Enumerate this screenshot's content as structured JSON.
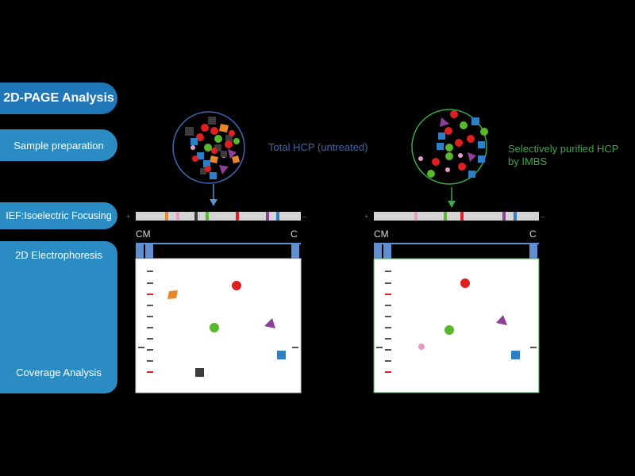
{
  "stages": {
    "title": "2D-PAGE Analysis",
    "sample_prep": "Sample preparation",
    "ief": "IEF:Isoelectric Focusing",
    "electrophoresis": "2D Electrophoresis",
    "coverage": "Coverage Analysis"
  },
  "samples": [
    {
      "caption_lines": [
        "Total HCP (untreated)"
      ],
      "ring_color": "#3d67b0",
      "arrow_color": "#5f8fd0",
      "panel_border": "#d0d0d0"
    },
    {
      "caption_lines": [
        "Selectively purified HCP",
        "by IMBS"
      ],
      "ring_color": "#3aa947",
      "arrow_color": "#3aa947",
      "panel_border": "#3aa947"
    }
  ],
  "axis": {
    "left": "CM",
    "right": "C"
  },
  "colors": {
    "red": "#e02020",
    "orange": "#e8872a",
    "pink": "#e89ac8",
    "green": "#58b82c",
    "gray": "#3c3c3c",
    "blue": "#2d7fc6",
    "purple": "#8d3f9a",
    "accent": "#2b8cc4"
  }
}
